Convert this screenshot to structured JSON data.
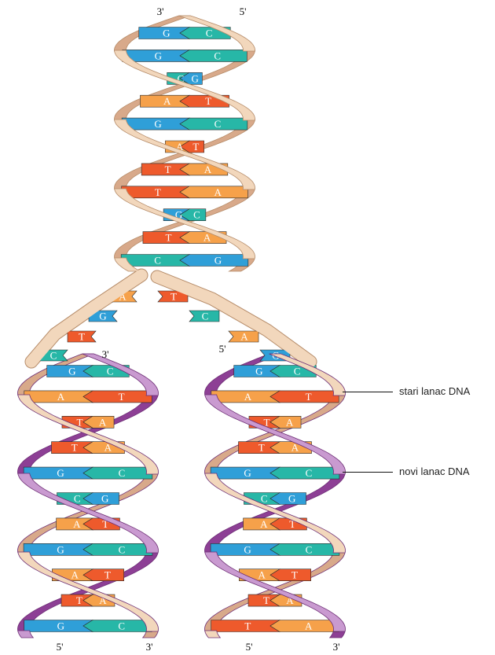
{
  "colors": {
    "G": "#2f9fd8",
    "C": "#27b7a7",
    "A": "#f6a14a",
    "T": "#ee5a2c",
    "old_strand": "#f2d7bc",
    "old_strand_edge": "#b58b68",
    "old_strand_back": "#d8a98a",
    "new_strand": "#c99ad0",
    "new_strand_back": "#8d3f95",
    "new_strand_edge": "#6c2d74"
  },
  "end_labels": {
    "top_left": "3'",
    "top_right": "5'",
    "left_helix_top": "3'",
    "right_helix_top": "5'",
    "bottom_left_a": "5'",
    "bottom_left_b": "3'",
    "bottom_right_a": "5'",
    "bottom_right_b": "3'"
  },
  "legend": {
    "old_strand": "stari lanac DNA",
    "new_strand": "novi lanac DNA"
  },
  "parent_pairs": [
    [
      "G",
      "C"
    ],
    [
      "G",
      "C"
    ],
    [
      "C",
      "G"
    ],
    [
      "A",
      "T"
    ],
    [
      "G",
      "C"
    ],
    [
      "A",
      "T"
    ],
    [
      "T",
      "A"
    ],
    [
      "T",
      "A"
    ],
    [
      "G",
      "C"
    ],
    [
      "T",
      "A"
    ],
    [
      "C",
      "G"
    ]
  ],
  "fork_pairs": [
    [
      "A",
      "T"
    ],
    [
      "G",
      "C"
    ],
    [
      "T",
      "A"
    ],
    [
      "C",
      "G"
    ]
  ],
  "left_daughter_pairs": [
    [
      "G",
      "C"
    ],
    [
      "A",
      "T"
    ],
    [
      "T",
      "A"
    ],
    [
      "T",
      "A"
    ],
    [
      "G",
      "C"
    ],
    [
      "C",
      "G"
    ],
    [
      "A",
      "T"
    ],
    [
      "G",
      "C"
    ],
    [
      "A",
      "T"
    ],
    [
      "T",
      "A"
    ],
    [
      "G",
      "C"
    ]
  ],
  "right_daughter_pairs": [
    [
      "G",
      "C"
    ],
    [
      "A",
      "T"
    ],
    [
      "T",
      "A"
    ],
    [
      "T",
      "A"
    ],
    [
      "G",
      "C"
    ],
    [
      "C",
      "G"
    ],
    [
      "A",
      "T"
    ],
    [
      "G",
      "C"
    ],
    [
      "A",
      "T"
    ],
    [
      "T",
      "A"
    ],
    [
      "T",
      "A"
    ]
  ]
}
